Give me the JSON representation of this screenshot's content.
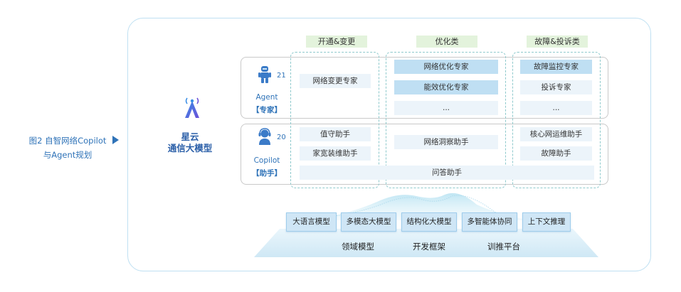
{
  "caption": {
    "line1": "图2  自智网络Copilot",
    "line2": "与Agent规划"
  },
  "brand": {
    "name_line1": "星云",
    "name_line2": "通信大模型"
  },
  "columns": [
    "开通&变更",
    "优化类",
    "故障&投诉类"
  ],
  "rows": {
    "agent": {
      "icon": "robot-icon",
      "count": "21",
      "name": "Agent",
      "tag": "【专家】",
      "col1": [
        "网络变更专家"
      ],
      "col2": [
        "网络优化专家",
        "能效优化专家",
        "..."
      ],
      "col3": [
        "故障监控专家",
        "投诉专家",
        "..."
      ]
    },
    "copilot": {
      "icon": "headset-person-icon",
      "count": "20",
      "name": "Copilot",
      "tag": "【助手】",
      "col1": [
        "值守助手",
        "家宽装维助手"
      ],
      "col2": [
        "网络洞察助手"
      ],
      "col3": [
        "核心网运维助手",
        "故障助手"
      ],
      "shared": "问答助手"
    }
  },
  "models": [
    "大语言模型",
    "多模态大模型",
    "结构化大模型",
    "多智能体协同",
    "上下文推理"
  ],
  "platform": [
    "领域模型",
    "开发框架",
    "训推平台"
  ],
  "colors": {
    "accent": "#2f73b8",
    "cell_highlight": "#bfdff3",
    "cell": "#ecf4fa",
    "header": "#e3f3dc"
  }
}
